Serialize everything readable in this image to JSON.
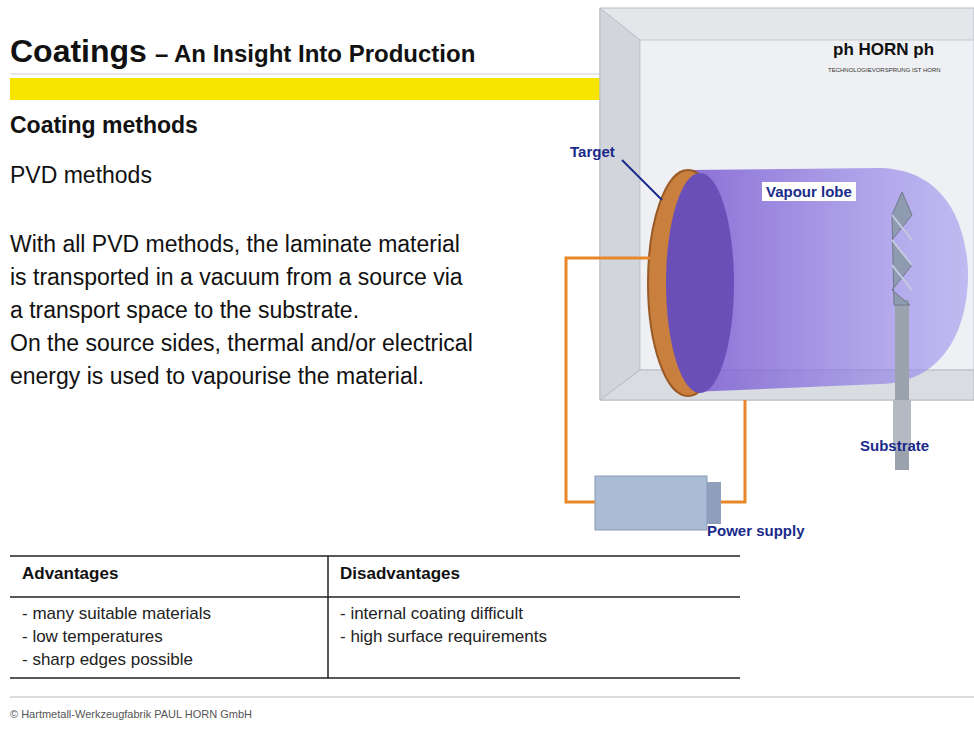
{
  "diagram": {
    "title": "Coatings",
    "labels": [
      "– An Insight Into Production",
      "ph HORN ph",
      "TECHNOLOGIEVORSPRUNG IST HORN",
      "Coating methods",
      "PVD methods",
      "With all PVD methods, the laminate material is transported in a vacuum from a source via a transport space to the substrate.",
      "On the source sides, thermal and/or electrical energy is used to vapourise the material.",
      "Target",
      "Vapour lobe",
      "Substrate",
      "Power supply",
      "Advantages",
      "Disadvantages",
      "- many suitable materials",
      "- low temperatures",
      "- sharp edges possible",
      "- internal coating difficult",
      "- high surface requirements",
      "© Hartmetall-Werkzeugfabrik PAUL HORN GmbH"
    ]
  }
}
